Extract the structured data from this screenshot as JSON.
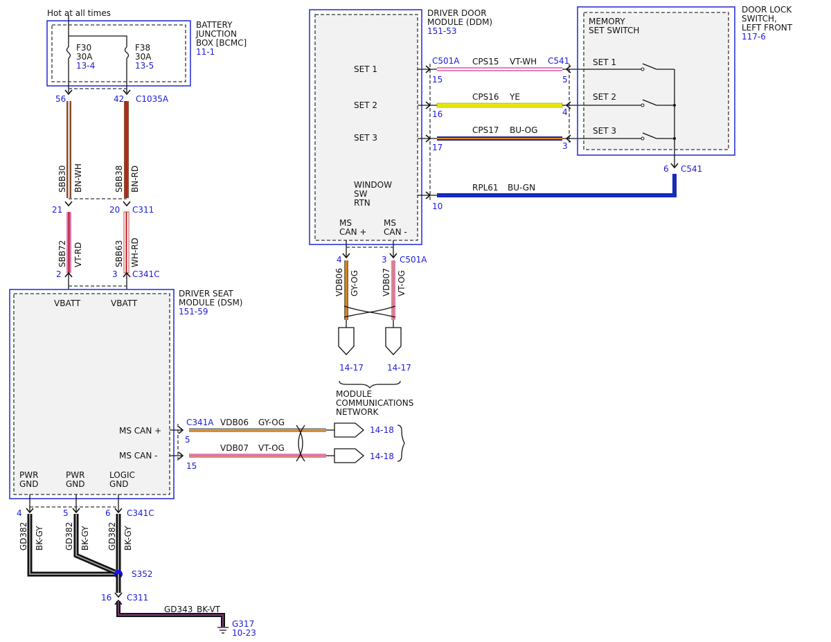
{
  "colors": {
    "pink": "#e07fb8",
    "brown": "#8a4a2a",
    "red": "#b31c1c",
    "white_stripe": "#ffffff",
    "yellow": "#e8e800",
    "navy": "#22228a",
    "orange": "#e08a20",
    "blue": "#1226c4",
    "green": "#1f9a2e",
    "gray": "#9a9a9a",
    "black": "#111111",
    "violet": "#7a3a7a",
    "splice_blue": "#1010ff"
  },
  "top": {
    "hot_label": "Hot at all times"
  },
  "bjb": {
    "name": "BATTERY\nJUNCTION\nBOX [BCMC]",
    "ref": "11-1",
    "fuses": [
      {
        "id": "F30",
        "rating": "30A",
        "ref": "13-4"
      },
      {
        "id": "F38",
        "rating": "30A",
        "ref": "13-5"
      }
    ],
    "connector": "C1035A",
    "pins": [
      "56",
      "42"
    ]
  },
  "wires": {
    "sbb30": {
      "circuit": "SBB30",
      "color": "BN-WH"
    },
    "sbb38": {
      "circuit": "SBB38",
      "color": "BN-RD"
    },
    "sbb72": {
      "circuit": "SBB72",
      "color": "VT-RD"
    },
    "sbb63": {
      "circuit": "SBB63",
      "color": "WH-RD"
    },
    "cps15": {
      "circuit": "CPS15",
      "color": "VT-WH"
    },
    "cps16": {
      "circuit": "CPS16",
      "color": "YE"
    },
    "cps17": {
      "circuit": "CPS17",
      "color": "BU-OG"
    },
    "rpl61": {
      "circuit": "RPL61",
      "color": "BU-GN"
    },
    "vdb06_v": {
      "circuit": "VDB06",
      "color": "GY-OG"
    },
    "vdb07_v": {
      "circuit": "VDB07",
      "color": "VT-OG"
    },
    "vdb06_h": {
      "circuit": "VDB06",
      "color": "GY-OG"
    },
    "vdb07_h": {
      "circuit": "VDB07",
      "color": "VT-OG"
    },
    "gd382_a": {
      "circuit": "GD382",
      "color": "BK-GY"
    },
    "gd382_b": {
      "circuit": "GD382",
      "color": "BK-GY"
    },
    "gd382_c": {
      "circuit": "GD382",
      "color": "BK-GY"
    },
    "gd343": {
      "circuit": "GD343",
      "color": "BK-VT"
    }
  },
  "c311_top": {
    "connector": "C311",
    "pins": [
      "21",
      "20"
    ]
  },
  "c341c_top": {
    "connector": "C341C",
    "pins": [
      "2",
      "3"
    ]
  },
  "dsm": {
    "name": "DRIVER SEAT\nMODULE (DSM)",
    "ref": "151-59",
    "vbatt_labels": [
      "VBATT",
      "VBATT"
    ],
    "ms_can_plus": "MS CAN +",
    "ms_can_minus": "MS CAN -",
    "pwr_gnd_1": "PWR\nGND",
    "pwr_gnd_2": "PWR\nGND",
    "logic_gnd": "LOGIC\nGND"
  },
  "c341a": {
    "connector": "C341A",
    "pins": [
      "5",
      "15"
    ]
  },
  "c341c_bottom": {
    "connector": "C341C",
    "pins": [
      "4",
      "5",
      "6"
    ]
  },
  "splice": {
    "id": "S352"
  },
  "c311_bottom": {
    "connector": "C311",
    "pin": "16"
  },
  "ground": {
    "id": "G317",
    "ref": "10-23"
  },
  "ddm": {
    "name": "DRIVER DOOR\nMODULE (DDM)",
    "ref": "151-53",
    "set1": "SET 1",
    "set2": "SET 2",
    "set3": "SET 3",
    "window": "WINDOW\nSW\nRTN",
    "ms_can_plus": "MS\nCAN +",
    "ms_can_minus": "MS\nCAN -"
  },
  "c501a_right": {
    "connector": "C501A",
    "pins": [
      "15",
      "16",
      "17",
      "10"
    ]
  },
  "c541_left": {
    "connector": "C541",
    "pins": [
      "5",
      "4",
      "3"
    ]
  },
  "c541_bottom": {
    "connector": "C541",
    "pin": "6"
  },
  "c501a_bottom": {
    "connector": "C501A",
    "pins": [
      "4",
      "3"
    ]
  },
  "door_lock": {
    "name": "DOOR LOCK\nSWITCH,\nLEFT FRONT",
    "ref": "117-6",
    "memory": "MEMORY\nSET SWITCH",
    "set1": "SET 1",
    "set2": "SET 2",
    "set3": "SET 3"
  },
  "network": {
    "refs_top": [
      "14-17",
      "14-17"
    ],
    "label": "MODULE\nCOMMUNICATIONS\nNETWORK",
    "refs_right": [
      "14-18",
      "14-18"
    ]
  }
}
